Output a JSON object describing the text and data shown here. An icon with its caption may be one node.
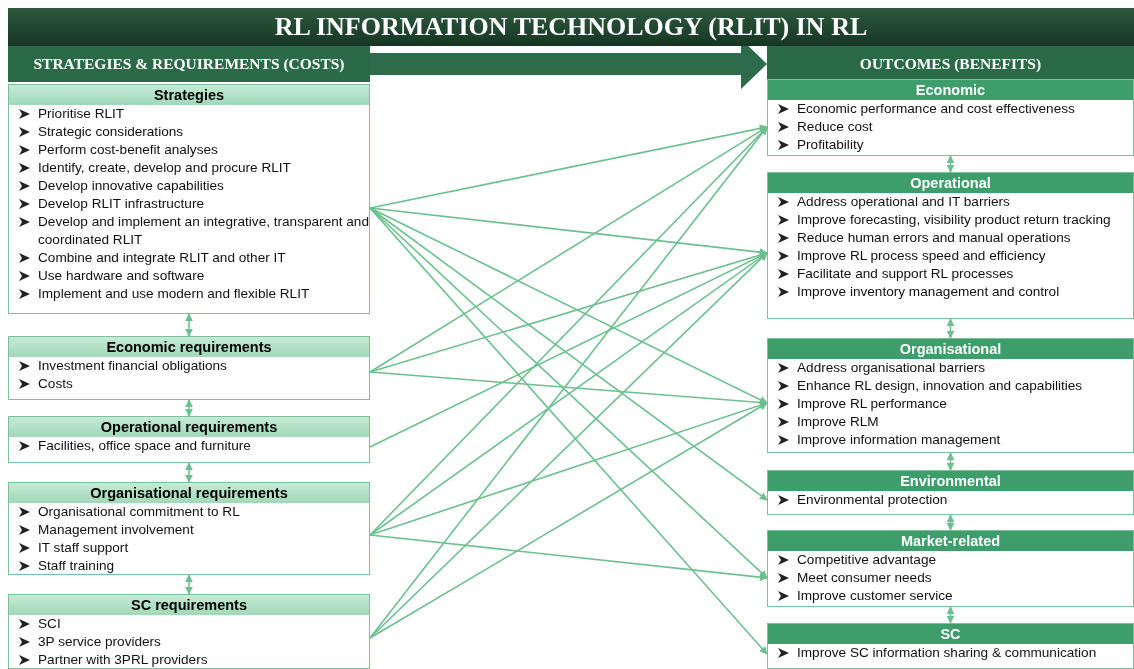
{
  "diagram": {
    "title": "RL INFORMATION TECHNOLOGY (RLIT) IN RL",
    "nodes": [
      {
        "text": [
          "STRATEGIES & REQUIREMENTS (COSTS)"
        ]
      },
      {
        "text": [
          "OUTCOMES (BENEFITS)"
        ]
      },
      {
        "text": [
          "Strategies",
          "Prioritise RLIT",
          "Strategic considerations",
          "Perform cost-benefit analyses",
          "Identify, create, develop and procure RLIT",
          "Develop innovative capabilities",
          "Develop RLIT infrastructure",
          "Develop and implement an integrative, transparent and coordinated RLIT",
          "Combine and integrate RLIT and other IT",
          "Use hardware and software",
          "Implement and use modern and flexible RLIT"
        ]
      },
      {
        "text": [
          "Economic requirements",
          "Investment financial obligations",
          "Costs"
        ]
      },
      {
        "text": [
          "Operational requirements",
          "Facilities, office space and furniture"
        ]
      },
      {
        "text": [
          "Organisational requirements",
          "Organisational commitment to RL",
          "Management involvement",
          "IT staff support",
          "Staff training"
        ]
      },
      {
        "text": [
          "SC requirements",
          "SCI",
          "3P service providers",
          "Partner with 3PRL providers"
        ]
      },
      {
        "text": [
          "Economic",
          "Economic performance and cost effectiveness",
          "Reduce cost",
          "Profitability"
        ]
      },
      {
        "text": [
          "Operational",
          "Address operational and IT barriers",
          "Improve forecasting, visibility product return tracking",
          "Reduce human errors and manual operations",
          "Improve RL process speed and efficiency",
          "Facilitate and support RL processes",
          "Improve inventory management and control"
        ]
      },
      {
        "text": [
          "Organisational",
          "Address organisational barriers",
          "Enhance RL design, innovation and capabilities",
          "Improve RL performance",
          "Improve RLM",
          "Improve information management"
        ]
      },
      {
        "text": [
          "Environmental",
          "Environmental protection"
        ]
      },
      {
        "text": [
          "Market-related",
          "Competitive advantage",
          "Meet consumer needs",
          "Improve customer service"
        ]
      },
      {
        "text": [
          "SC",
          "Improve SC information sharing & communication"
        ]
      }
    ],
    "edges": [
      {
        "from": 0,
        "to": 1,
        "arrow": "to",
        "style": "thick",
        "color": "#2e6b4a"
      },
      {
        "from": 2,
        "to": 3,
        "arrow": "both"
      },
      {
        "from": 3,
        "to": 4,
        "arrow": "both"
      },
      {
        "from": 4,
        "to": 5,
        "arrow": "both"
      },
      {
        "from": 5,
        "to": 6,
        "arrow": "both"
      },
      {
        "from": 7,
        "to": 8,
        "arrow": "both"
      },
      {
        "from": 8,
        "to": 9,
        "arrow": "both"
      },
      {
        "from": 9,
        "to": 10,
        "arrow": "both"
      },
      {
        "from": 10,
        "to": 11,
        "arrow": "both"
      },
      {
        "from": 11,
        "to": 12,
        "arrow": "both"
      },
      {
        "from": 2,
        "to": 7,
        "arrow": "to"
      },
      {
        "from": 2,
        "to": 8,
        "arrow": "to"
      },
      {
        "from": 2,
        "to": 9,
        "arrow": "to"
      },
      {
        "from": 2,
        "to": 10,
        "arrow": "to"
      },
      {
        "from": 2,
        "to": 11,
        "arrow": "to"
      },
      {
        "from": 2,
        "to": 12,
        "arrow": "to"
      },
      {
        "from": 3,
        "to": 7,
        "arrow": "to"
      },
      {
        "from": 3,
        "to": 8,
        "arrow": "to"
      },
      {
        "from": 3,
        "to": 9,
        "arrow": "to"
      },
      {
        "from": 4,
        "to": 8,
        "arrow": "to"
      },
      {
        "from": 5,
        "to": 7,
        "arrow": "to"
      },
      {
        "from": 5,
        "to": 8,
        "arrow": "to"
      },
      {
        "from": 5,
        "to": 9,
        "arrow": "to"
      },
      {
        "from": 5,
        "to": 11,
        "arrow": "to"
      },
      {
        "from": 6,
        "to": 7,
        "arrow": "to"
      },
      {
        "from": 6,
        "to": 8,
        "arrow": "to"
      },
      {
        "from": 6,
        "to": 9,
        "arrow": "to"
      }
    ]
  }
}
